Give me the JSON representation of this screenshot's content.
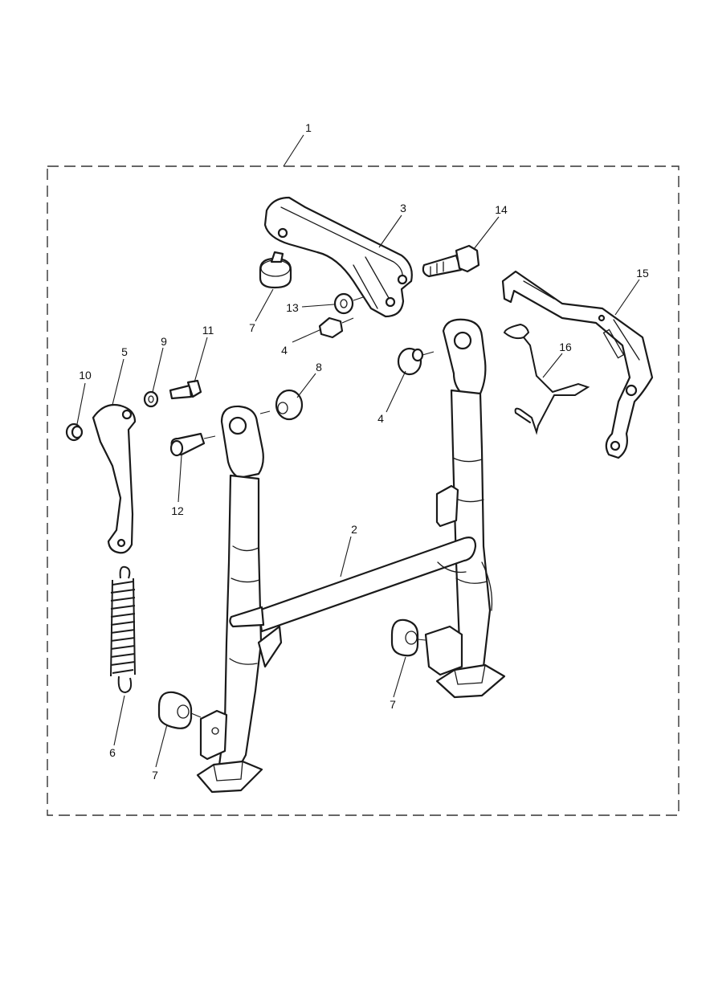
{
  "diagram": {
    "callouts": [
      {
        "id": "c1",
        "label": "1"
      },
      {
        "id": "c2",
        "label": "2"
      },
      {
        "id": "c3",
        "label": "3"
      },
      {
        "id": "c4a",
        "label": "4"
      },
      {
        "id": "c4b",
        "label": "4"
      },
      {
        "id": "c5",
        "label": "5"
      },
      {
        "id": "c6",
        "label": "6"
      },
      {
        "id": "c7a",
        "label": "7"
      },
      {
        "id": "c7b",
        "label": "7"
      },
      {
        "id": "c7c",
        "label": "7"
      },
      {
        "id": "c8",
        "label": "8"
      },
      {
        "id": "c9",
        "label": "9"
      },
      {
        "id": "c10",
        "label": "10"
      },
      {
        "id": "c11",
        "label": "11"
      },
      {
        "id": "c12",
        "label": "12"
      },
      {
        "id": "c13",
        "label": "13"
      },
      {
        "id": "c14",
        "label": "14"
      },
      {
        "id": "c15",
        "label": "15"
      },
      {
        "id": "c16",
        "label": "16"
      }
    ]
  },
  "colors": {
    "line": "#1a1a1a",
    "background": "#ffffff"
  }
}
